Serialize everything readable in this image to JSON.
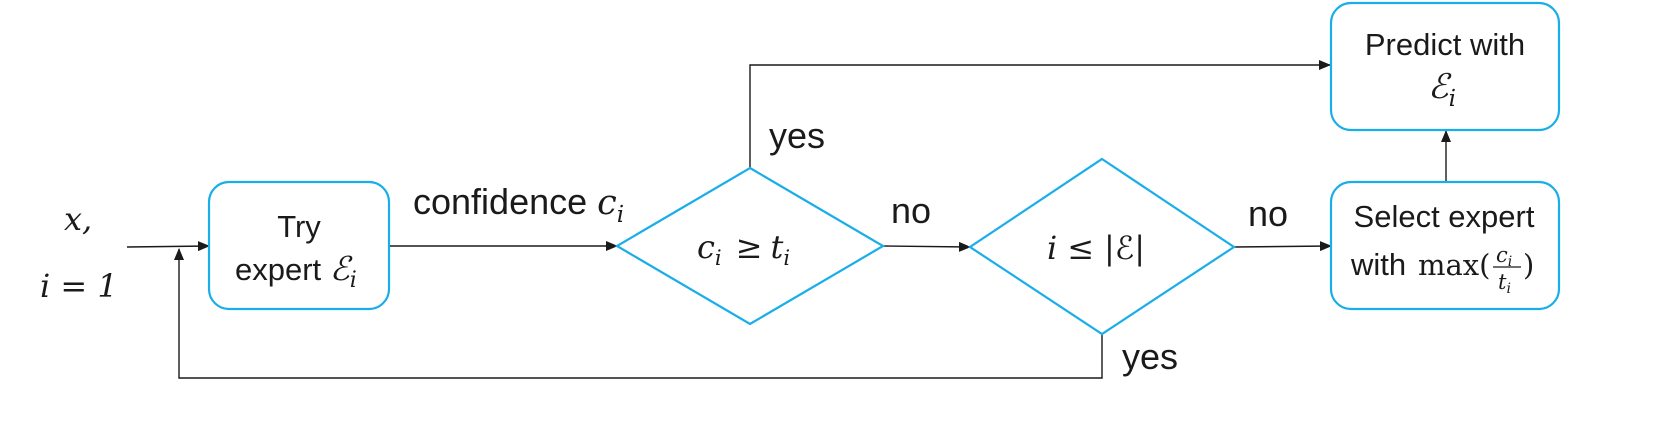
{
  "colors": {
    "shape_stroke": "#19aee8",
    "connector": "#1a1a1a",
    "text": "#1a1a1a"
  },
  "input": {
    "x": "x,",
    "i_init": "i = 1"
  },
  "try_box": {
    "line1": "Try",
    "line2": "expert ",
    "sym": "ℰ",
    "sub": "i"
  },
  "predict_box": {
    "line1": "Predict with",
    "sym": "ℰ",
    "sub": "i"
  },
  "select_box": {
    "line1": "Select expert",
    "line2": "with ",
    "fn": "max(",
    "num": "c",
    "num_sub": "i",
    "den": "t",
    "den_sub": "i",
    "close": ")"
  },
  "decision1": {
    "c": "c",
    "c_sub": "i",
    "op": "≥",
    "t": "t",
    "t_sub": "i"
  },
  "decision2": {
    "i": "i",
    "op": "≤",
    "set": "|ℰ|"
  },
  "labels": {
    "confidence": "confidence ",
    "confidence_var": "c",
    "confidence_sub": "i",
    "yes_top": "yes",
    "no_1": "no",
    "no_2": "no",
    "yes_bottom": "yes"
  }
}
